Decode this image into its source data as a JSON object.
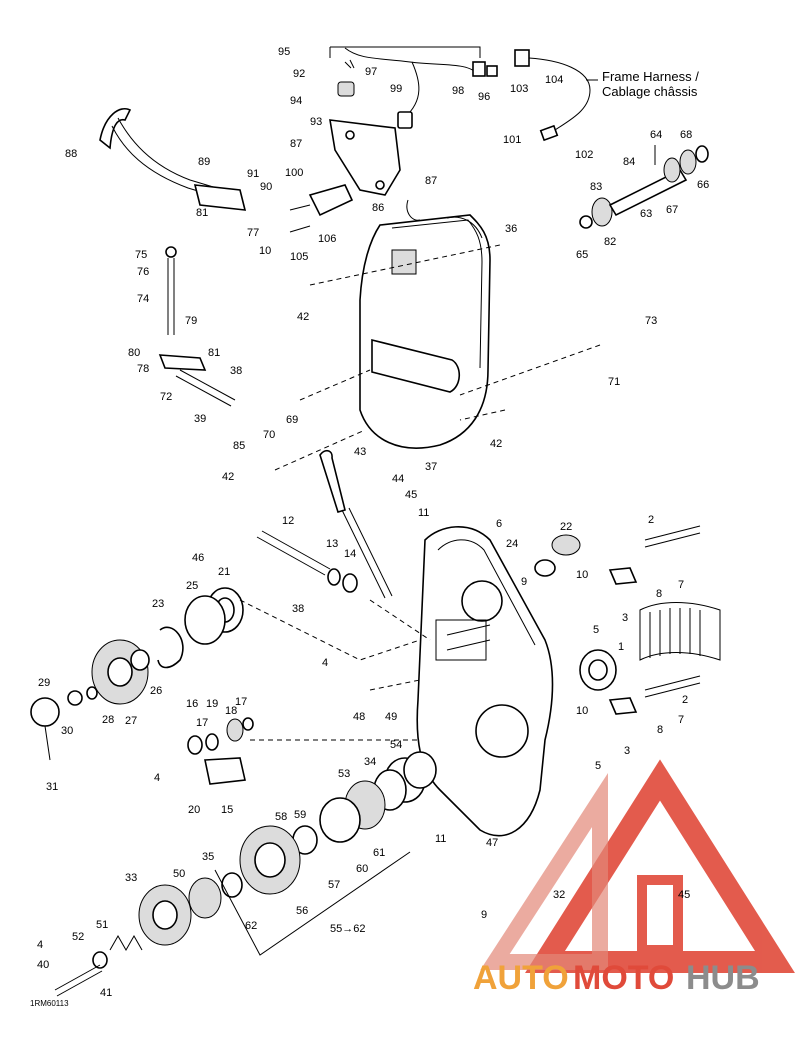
{
  "diagram": {
    "frame_harness_label_line1": "Frame Harness /",
    "frame_harness_label_line2": "Cablage châssis",
    "drawing_code": "1RM60113",
    "range_label": "55→62"
  },
  "watermark": {
    "brand_auto": "AUTO",
    "brand_moto": "MOTO",
    "brand_hub": "HUB",
    "colors": {
      "red": "#e04a3a",
      "orange": "#f0a23a",
      "gray": "#8c8c8c"
    }
  },
  "labels": {
    "l95": "95",
    "l97": "97",
    "l92": "92",
    "l94": "94",
    "l99": "99",
    "l98": "98",
    "l96": "96",
    "l103": "103",
    "l104": "104",
    "l101": "101",
    "l102": "102",
    "l88": "88",
    "l89": "89",
    "l91": "91",
    "l90": "90",
    "l81a": "81",
    "l77": "77",
    "l87a": "87",
    "l87b": "87",
    "l93": "93",
    "l100": "100",
    "l86": "86",
    "l64": "64",
    "l68": "68",
    "l84": "84",
    "l83": "83",
    "l66": "66",
    "l67": "67",
    "l63": "63",
    "l65": "65",
    "l82": "82",
    "l36": "36",
    "l75": "75",
    "l76": "76",
    "l74": "74",
    "l79": "79",
    "l80": "80",
    "l78": "78",
    "l81b": "81",
    "l72": "72",
    "l38a": "38",
    "l39": "39",
    "l85": "85",
    "l70": "70",
    "l69": "69",
    "l105": "105",
    "l106": "106",
    "l10a": "10",
    "l42a": "42",
    "l42b": "42",
    "l42c": "42",
    "l73": "73",
    "l71": "71",
    "l37": "37",
    "l43": "43",
    "l44": "44",
    "l45a": "45",
    "l12": "12",
    "l11a": "11",
    "l6": "6",
    "l22": "22",
    "l2a": "2",
    "l24": "24",
    "l46": "46",
    "l13": "13",
    "l14": "14",
    "l38b": "38",
    "l21": "21",
    "l25": "25",
    "l9a": "9",
    "l10b": "10",
    "l8a": "8",
    "l7a": "7",
    "l3a": "3",
    "l5a": "5",
    "l23": "23",
    "l1": "1",
    "l26": "26",
    "l27": "27",
    "l28": "28",
    "l29": "29",
    "l30": "30",
    "l31": "31",
    "l4a": "4",
    "l48": "48",
    "l49": "49",
    "l2b": "2",
    "l10c": "10",
    "l7b": "7",
    "l8b": "8",
    "l3b": "3",
    "l5b": "5",
    "l16": "16",
    "l17a": "17",
    "l19": "19",
    "l18": "18",
    "l17b": "17",
    "l4b": "4",
    "l20": "20",
    "l15": "15",
    "l54": "54",
    "l34": "34",
    "l53": "53",
    "l58": "58",
    "l59": "59",
    "l61": "61",
    "l11b": "11",
    "l47": "47",
    "l35": "35",
    "l50": "50",
    "l33": "33",
    "l57": "57",
    "l60": "60",
    "l56": "56",
    "l62": "62",
    "l32": "32",
    "l45b": "45",
    "l9b": "9",
    "l51": "51",
    "l52": "52",
    "l4c": "4",
    "l40": "40",
    "l41": "41"
  }
}
